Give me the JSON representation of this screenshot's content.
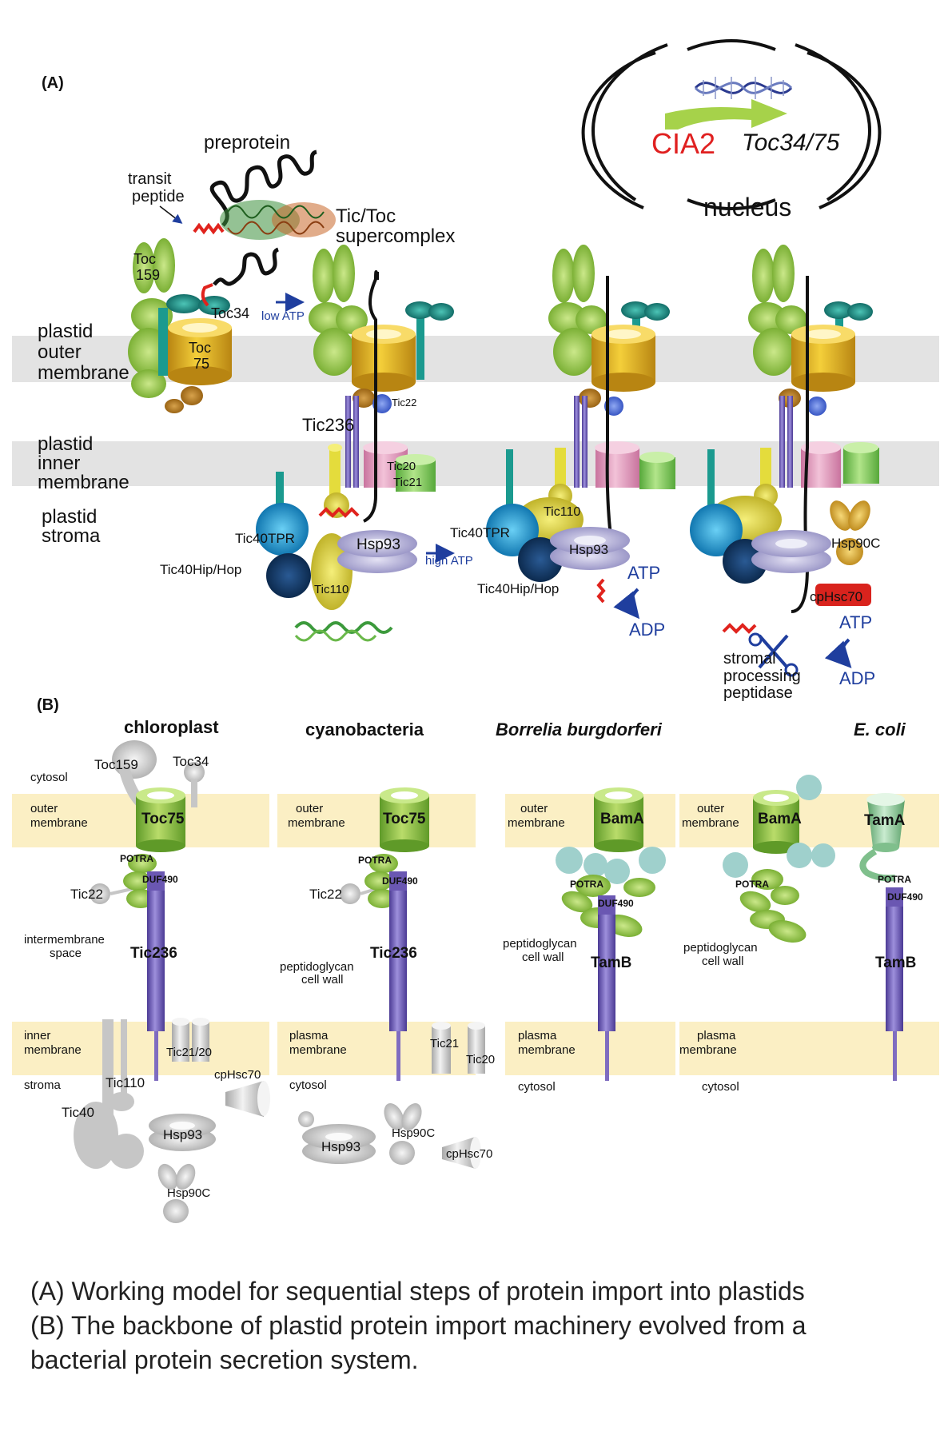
{
  "panelA": {
    "label": "(A)",
    "nucleus": {
      "gene_red": "CIA2",
      "gene_black": "Toc34/75",
      "label": "nucleus"
    },
    "preprotein": "preprotein",
    "transit_peptide": [
      "transit",
      "peptide"
    ],
    "supercomplex": [
      "Tic/Toc",
      "supercomplex"
    ],
    "membranes": {
      "outer": [
        "plastid",
        "outer",
        "membrane"
      ],
      "inner": [
        "plastid",
        "inner",
        "membrane"
      ],
      "stroma": [
        "plastid",
        "stroma"
      ]
    },
    "proteins": {
      "toc159": [
        "Toc",
        "159"
      ],
      "toc34": "Toc34",
      "toc75": [
        "Toc",
        "75"
      ],
      "tic236": "Tic236",
      "tic22": "Tic22",
      "tic20": "Tic20",
      "tic21": "Tic21",
      "tic40tpr": "Tic40TPR",
      "tic40hip": "Tic40Hip/Hop",
      "tic110": "Tic110",
      "hsp93": "Hsp93",
      "hsp90c": "Hsp90C",
      "cphsc70": "cpHsc70"
    },
    "energy": {
      "low_atp": "low ATP",
      "high_atp": "high ATP",
      "atp": "ATP",
      "adp": "ADP"
    },
    "spp": [
      "stromal",
      "processing",
      "peptidase"
    ]
  },
  "panelB": {
    "label": "(B)",
    "organisms": [
      "chloroplast",
      "cyanobacteria",
      "Borrelia burgdorferi",
      "E. coli"
    ],
    "chloroplast": {
      "cytosol": "cytosol",
      "toc159": "Toc159",
      "toc34": "Toc34",
      "outer": [
        "outer",
        "membrane"
      ],
      "toc75": "Toc75",
      "potra": "POTRA",
      "tic22": "Tic22",
      "duf490": "DUF490",
      "ims": [
        "intermembrane",
        "space"
      ],
      "tic236": "Tic236",
      "inner": [
        "inner",
        "membrane"
      ],
      "tic2120": "Tic21/20",
      "stroma": "stroma",
      "tic110": "Tic110",
      "cphsc70": "cpHsc70",
      "tic40": "Tic40",
      "hsp93": "Hsp93",
      "hsp90c": "Hsp90C"
    },
    "cyanobacteria": {
      "outer": [
        "outer",
        "membrane"
      ],
      "toc75": "Toc75",
      "potra": "POTRA",
      "tic22": "Tic22",
      "duf490": "DUF490",
      "pg": [
        "peptidoglycan",
        "cell wall"
      ],
      "tic236": "Tic236",
      "plasma": [
        "plasma",
        "membrane"
      ],
      "tic21": "Tic21",
      "tic20": "Tic20",
      "cytosol": "cytosol",
      "hsp93": "Hsp93",
      "hsp90c": "Hsp90C",
      "cphsc70": "cpHsc70"
    },
    "borrelia": {
      "outer": [
        "outer",
        "membrane"
      ],
      "bama": "BamA",
      "potra": "POTRA",
      "duf490": "DUF490",
      "pg": [
        "peptidoglycan",
        "cell wall"
      ],
      "tamb": "TamB",
      "plasma": [
        "plasma",
        "membrane"
      ],
      "cytosol": "cytosol"
    },
    "ecoli": {
      "outer": [
        "outer",
        "membrane"
      ],
      "bama": "BamA",
      "tama": "TamA",
      "potra_bam": "POTRA",
      "potra_tam": "POTRA",
      "duf490": "DUF490",
      "pg": [
        "peptidoglycan",
        "cell wall"
      ],
      "tamb": "TamB",
      "plasma": [
        "plasma",
        "membrane"
      ],
      "cytosol": "cytosol"
    }
  },
  "caption": [
    "(A) Working model for sequential steps of protein import into plastids",
    "(B) The backbone of plastid protein import machinery evolved from a",
    "bacterial  protein secretion system."
  ],
  "colors": {
    "membrane_a": "#e3e3e3",
    "membrane_b": "#fbefc4",
    "toc_green": "#9bc53d",
    "toc75_gold": "#e9b820",
    "teal": "#1b9a8f",
    "tic236_purple": "#7f6cc0",
    "tic20_pink": "#e9a7c4",
    "tic21_green": "#8fd26a",
    "tic110_yellow": "#e4dc3c",
    "tpr_blue": "#1a8cc4",
    "hip_navy": "#123c6b",
    "hsp93_lavender": "#b6b3da",
    "hsp90c_gold": "#e2b43a",
    "cphsc70_red": "#d9231d",
    "atp_blue": "#1f3e9e",
    "cia2_red": "#e02020",
    "grey_protein": "#c6c6c6",
    "light_teal": "#9fd0cc"
  }
}
